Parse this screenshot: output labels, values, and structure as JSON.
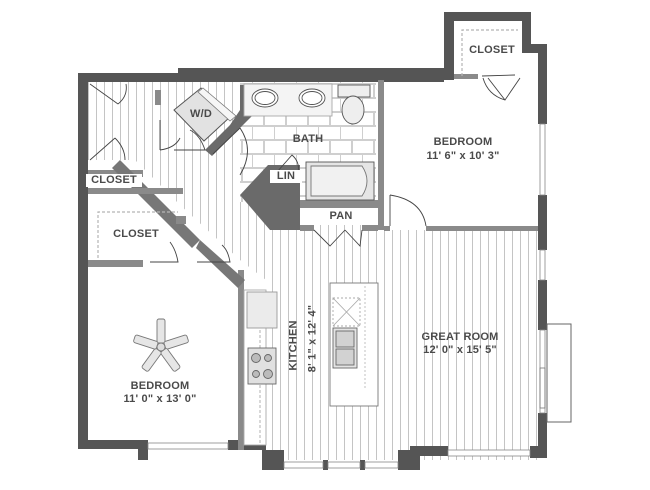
{
  "floorplan": {
    "colors": {
      "wall": "#555555",
      "partition": "#8a8a8a",
      "floor_line": "#c8c8c8",
      "label": "#4a4a4a",
      "background": "#ffffff"
    },
    "rooms": {
      "bedroom_ne": {
        "name": "BEDROOM",
        "dims": "11' 6\" x 10' 3\""
      },
      "bedroom_sw": {
        "name": "BEDROOM",
        "dims": "11' 0\" x 13' 0\""
      },
      "great_room": {
        "name": "GREAT ROOM",
        "dims": "12' 0\" x 15' 5\""
      },
      "kitchen": {
        "name": "KITCHEN",
        "dims": "8' 1\" x 12' 4\""
      },
      "bath": {
        "name": "BATH"
      },
      "closet_ne": {
        "name": "CLOSET"
      },
      "closet_w": {
        "name": "CLOSET"
      },
      "closet_sw": {
        "name": "CLOSET"
      },
      "laundry": {
        "name": "W/D"
      },
      "linen": {
        "name": "LIN"
      },
      "pantry": {
        "name": "PAN"
      }
    },
    "fixtures": [
      "ceiling-fan",
      "double-vanity-sinks",
      "toilet",
      "bathtub",
      "range-cooktop",
      "refrigerator",
      "island-double-sink",
      "dishwasher"
    ]
  }
}
